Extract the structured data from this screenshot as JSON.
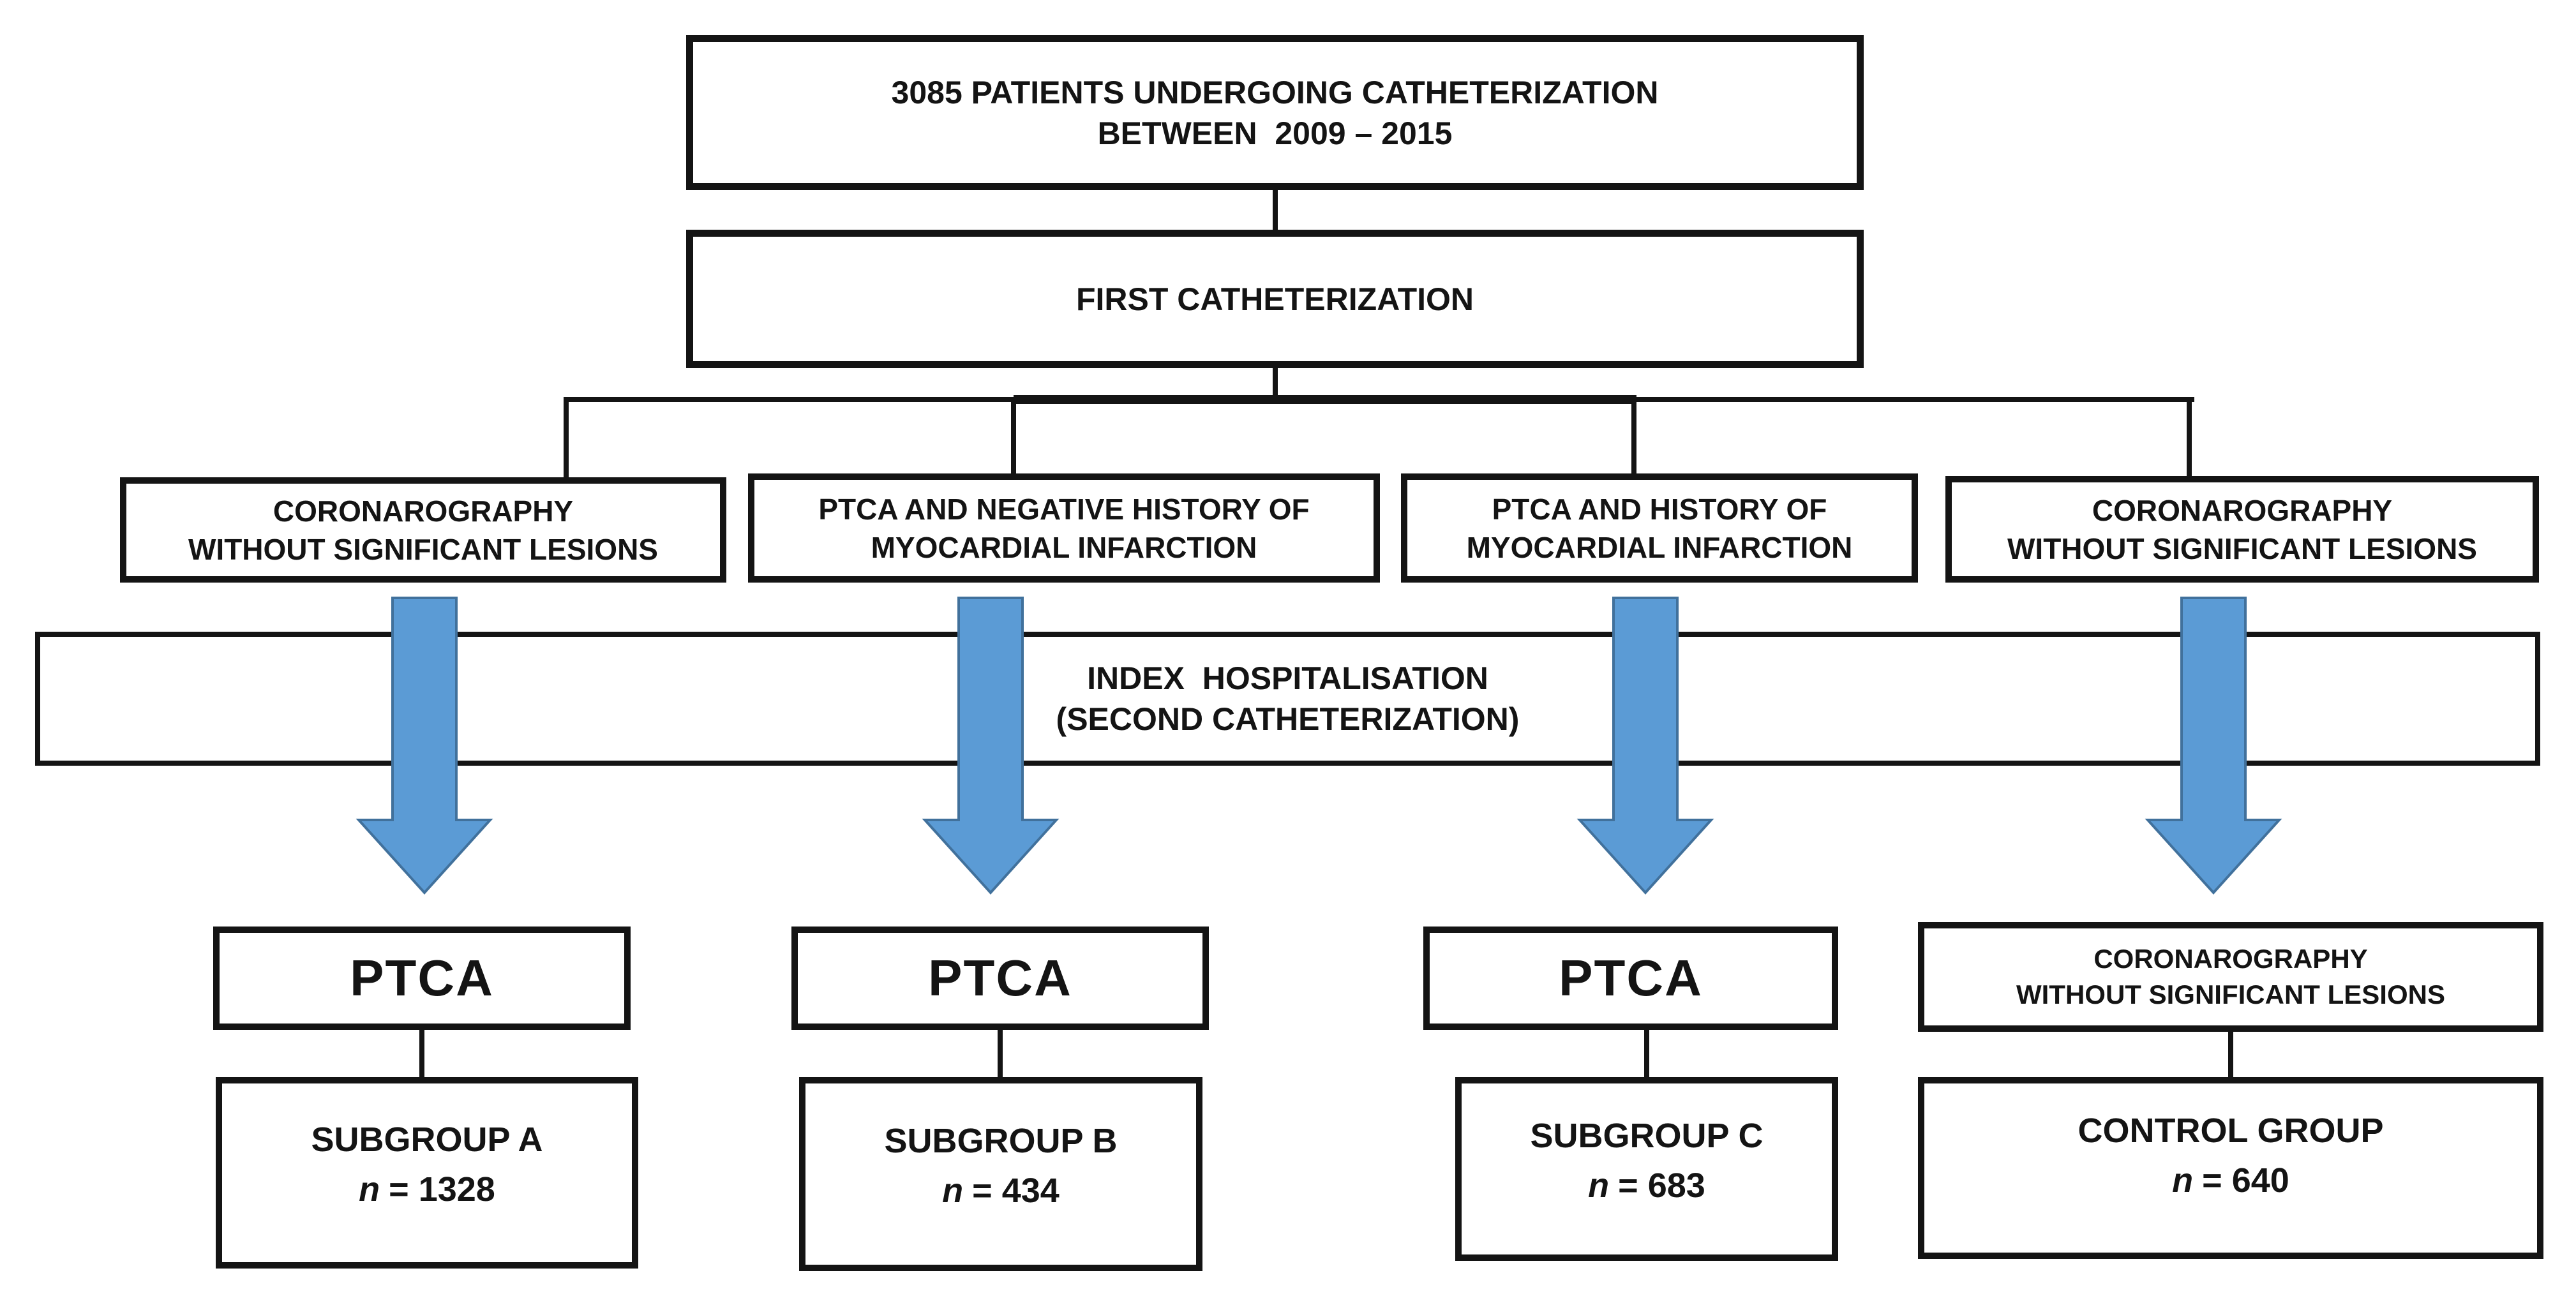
{
  "colors": {
    "arrow_fill": "#5b9bd5",
    "arrow_outline": "#41719c",
    "box_border": "#141414",
    "background": "#ffffff"
  },
  "nodes": {
    "patients": {
      "line1": "3085 PATIENTS UNDERGOING CATHETERIZATION",
      "line2": "BETWEEN  2009 – 2015"
    },
    "first_catheterization": {
      "label": "FIRST CATHETERIZATION"
    },
    "branches": [
      {
        "line1": "CORONAROGRAPHY",
        "line2": "WITHOUT SIGNIFICANT LESIONS"
      },
      {
        "line1": "PTCA AND NEGATIVE HISTORY OF",
        "line2": "MYOCARDIAL INFARCTION"
      },
      {
        "line1": "PTCA AND HISTORY OF",
        "line2": "MYOCARDIAL INFARCTION"
      },
      {
        "line1": "CORONAROGRAPHY",
        "line2": "WITHOUT SIGNIFICANT LESIONS"
      }
    ],
    "index_hospitalisation": {
      "line1": "INDEX  HOSPITALISATION",
      "line2": "(SECOND CATHETERIZATION)"
    },
    "procedures": [
      {
        "label": "PTCA"
      },
      {
        "label": "PTCA"
      },
      {
        "label": "PTCA"
      }
    ],
    "coronarography_repeat": {
      "line1": "CORONAROGRAPHY",
      "line2": "WITHOUT SIGNIFICANT LESIONS"
    },
    "groups": [
      {
        "name": "SUBGROUP A",
        "n_label": "n",
        "n_value": "= 1328"
      },
      {
        "name": "SUBGROUP B",
        "n_label": "n",
        "n_value": "= 434"
      },
      {
        "name": "SUBGROUP C",
        "n_label": "n",
        "n_value": "= 683"
      },
      {
        "name": "CONTROL GROUP",
        "n_label": "n",
        "n_value": "= 640"
      }
    ]
  }
}
